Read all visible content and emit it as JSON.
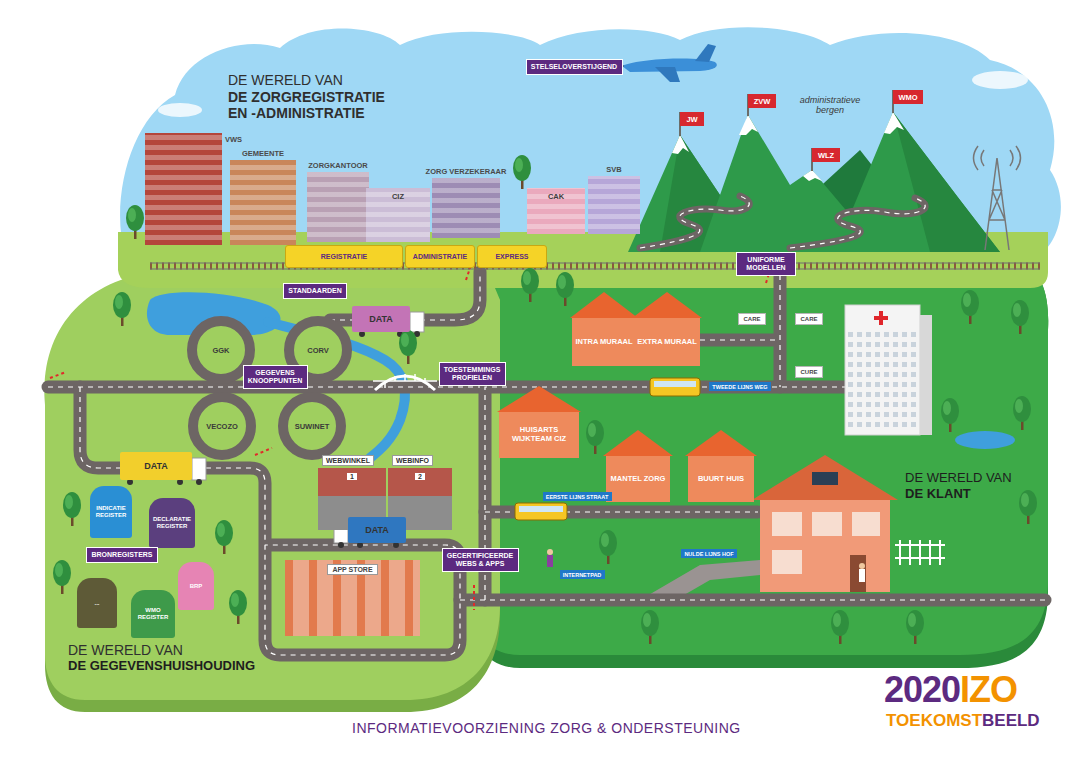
{
  "diagram": {
    "caption": "INFORMATIEVOORZIENING ZORG & ONDERSTEUNING",
    "nodes": [
      {
        "text": [
          "STELSELOVERSTIJGEND"
        ]
      },
      {
        "text": [
          "VWS"
        ]
      },
      {
        "text": [
          "GEMEENTE"
        ]
      },
      {
        "text": [
          "ZORGKANTOOR"
        ]
      },
      {
        "text": [
          "CIZ"
        ]
      },
      {
        "text": [
          "ZORG VERZEKERAAR"
        ]
      },
      {
        "text": [
          "CAK"
        ]
      },
      {
        "text": [
          "SVB"
        ]
      },
      {
        "text": [
          "JW"
        ]
      },
      {
        "text": [
          "ZVW"
        ]
      },
      {
        "text": [
          "WLZ"
        ]
      },
      {
        "text": [
          "WMO"
        ]
      },
      {
        "text": [
          "REGISTRATIE"
        ]
      },
      {
        "text": [
          "ADMINISTRATIE"
        ]
      },
      {
        "text": [
          "EXPRESS"
        ]
      },
      {
        "text": [
          "UNIFORME MODELLEN"
        ]
      },
      {
        "text": [
          "STANDAARDEN"
        ]
      },
      {
        "text": [
          "DATA"
        ]
      },
      {
        "text": [
          "TOESTEMMINGS PROFIELEN"
        ]
      },
      {
        "text": [
          "GEGEVENS KNOOPPUNTEN"
        ]
      },
      {
        "text": [
          "GGK"
        ]
      },
      {
        "text": [
          "CORV"
        ]
      },
      {
        "text": [
          "VECOZO"
        ]
      },
      {
        "text": [
          "SUWINET"
        ]
      },
      {
        "text": [
          "DATA"
        ]
      },
      {
        "text": [
          "WEBWINKEL",
          "1"
        ]
      },
      {
        "text": [
          "WEBINFO",
          "2"
        ]
      },
      {
        "text": [
          "DATA"
        ]
      },
      {
        "text": [
          "INDICATIE REGISTER"
        ]
      },
      {
        "text": [
          "DECLARATIE REGISTER"
        ]
      },
      {
        "text": [
          "BRONREGISTERS"
        ]
      },
      {
        "text": [
          "APP STORE"
        ]
      },
      {
        "text": [
          "GECERTIFICEERDE WEBS & APPS"
        ]
      },
      {
        "text": [
          "..."
        ]
      },
      {
        "text": [
          "WMO REGISTER"
        ]
      },
      {
        "text": [
          "BRP"
        ]
      },
      {
        "text": [
          "INTRA MURAAL"
        ]
      },
      {
        "text": [
          "EXTRA MURAAL"
        ]
      },
      {
        "text": [
          "CARE"
        ]
      },
      {
        "text": [
          "CARE"
        ]
      },
      {
        "text": [
          "CURE"
        ]
      },
      {
        "text": [
          "TWEEDE LIJNS WEG"
        ]
      },
      {
        "text": [
          "HUISARTS WIJKTEAM CIZ"
        ]
      },
      {
        "text": [
          "MANTEL ZORG"
        ]
      },
      {
        "text": [
          "BUURT HUIS"
        ]
      },
      {
        "text": [
          "EERSTE LIJNS STRAAT"
        ]
      },
      {
        "text": [
          "NULDE LIJNS HOF"
        ]
      },
      {
        "text": [
          "INTERNETPAD"
        ]
      }
    ],
    "labels": [
      "DE WERELD VAN",
      "DE ZORGREGISTRATIE EN -ADMINISTRATIE",
      "administratieve bergen",
      "DE WERELD VAN",
      "DE GEGEVENSHUISHOUDING",
      "DE WERELD VAN",
      "DE KLANT",
      "2020",
      "IZO",
      "TOEKOMST",
      "BEELD"
    ]
  }
}
